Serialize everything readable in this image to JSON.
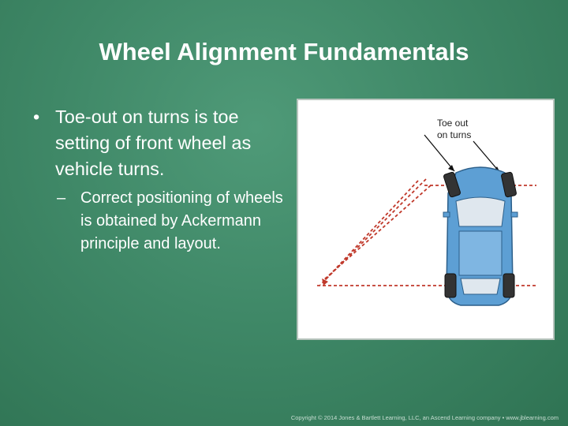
{
  "slide": {
    "title": "Wheel Alignment Fundamentals",
    "bullets": [
      {
        "text": "Toe-out on turns is toe setting of front wheel as vehicle turns.",
        "sub": "Correct positioning of wheels is obtained by Ackermann principle and layout."
      }
    ],
    "bullet_marker": "•",
    "sub_marker": "–"
  },
  "figure": {
    "label_line1": "Toe out",
    "label_line2": "on turns"
  },
  "footer": {
    "copyright": "Copyright © 2014 Jones & Bartlett Learning, LLC, an Ascend Learning company • www.jblearning.com"
  },
  "colors": {
    "background": "#3f8867",
    "car_body": "#5d9fd4",
    "guide_lines": "#c0392b"
  }
}
